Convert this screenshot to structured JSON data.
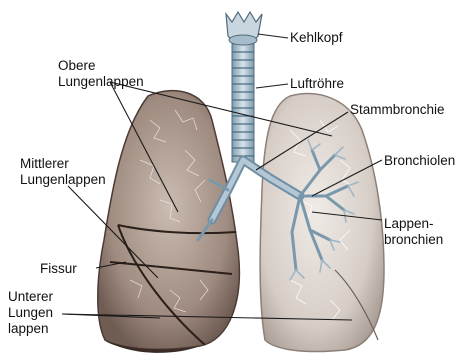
{
  "labels": {
    "kehlkopf": "Kehlkopf",
    "luftroehre": "Luftröhre",
    "stammbronchie": "Stammbronchie",
    "bronchiolen": "Bronchiolen",
    "lappenbronchien_1": "Lappen-",
    "lappenbronchien_2": "bronchien",
    "obere_1": "Obere",
    "obere_2": "Lungenlappen",
    "mittlerer_1": "Mittlerer",
    "mittlerer_2": "Lungenlappen",
    "fissur": "Fissur",
    "unterer_1": "Unterer",
    "unterer_2": "Lungen",
    "unterer_3": "lappen"
  },
  "colors": {
    "right_lung": "#8f7c72",
    "right_lung_light": "#cbbcb1",
    "left_lung": "#c9c0b9",
    "left_lung_light": "#e8e2dd",
    "trachea": "#a9bfce",
    "trachea_ring": "#6e8ea3",
    "bronchi": "#8aa6ba",
    "leader_line": "#1a1a1a"
  },
  "icons": {
    "larynx": "larynx-icon"
  }
}
